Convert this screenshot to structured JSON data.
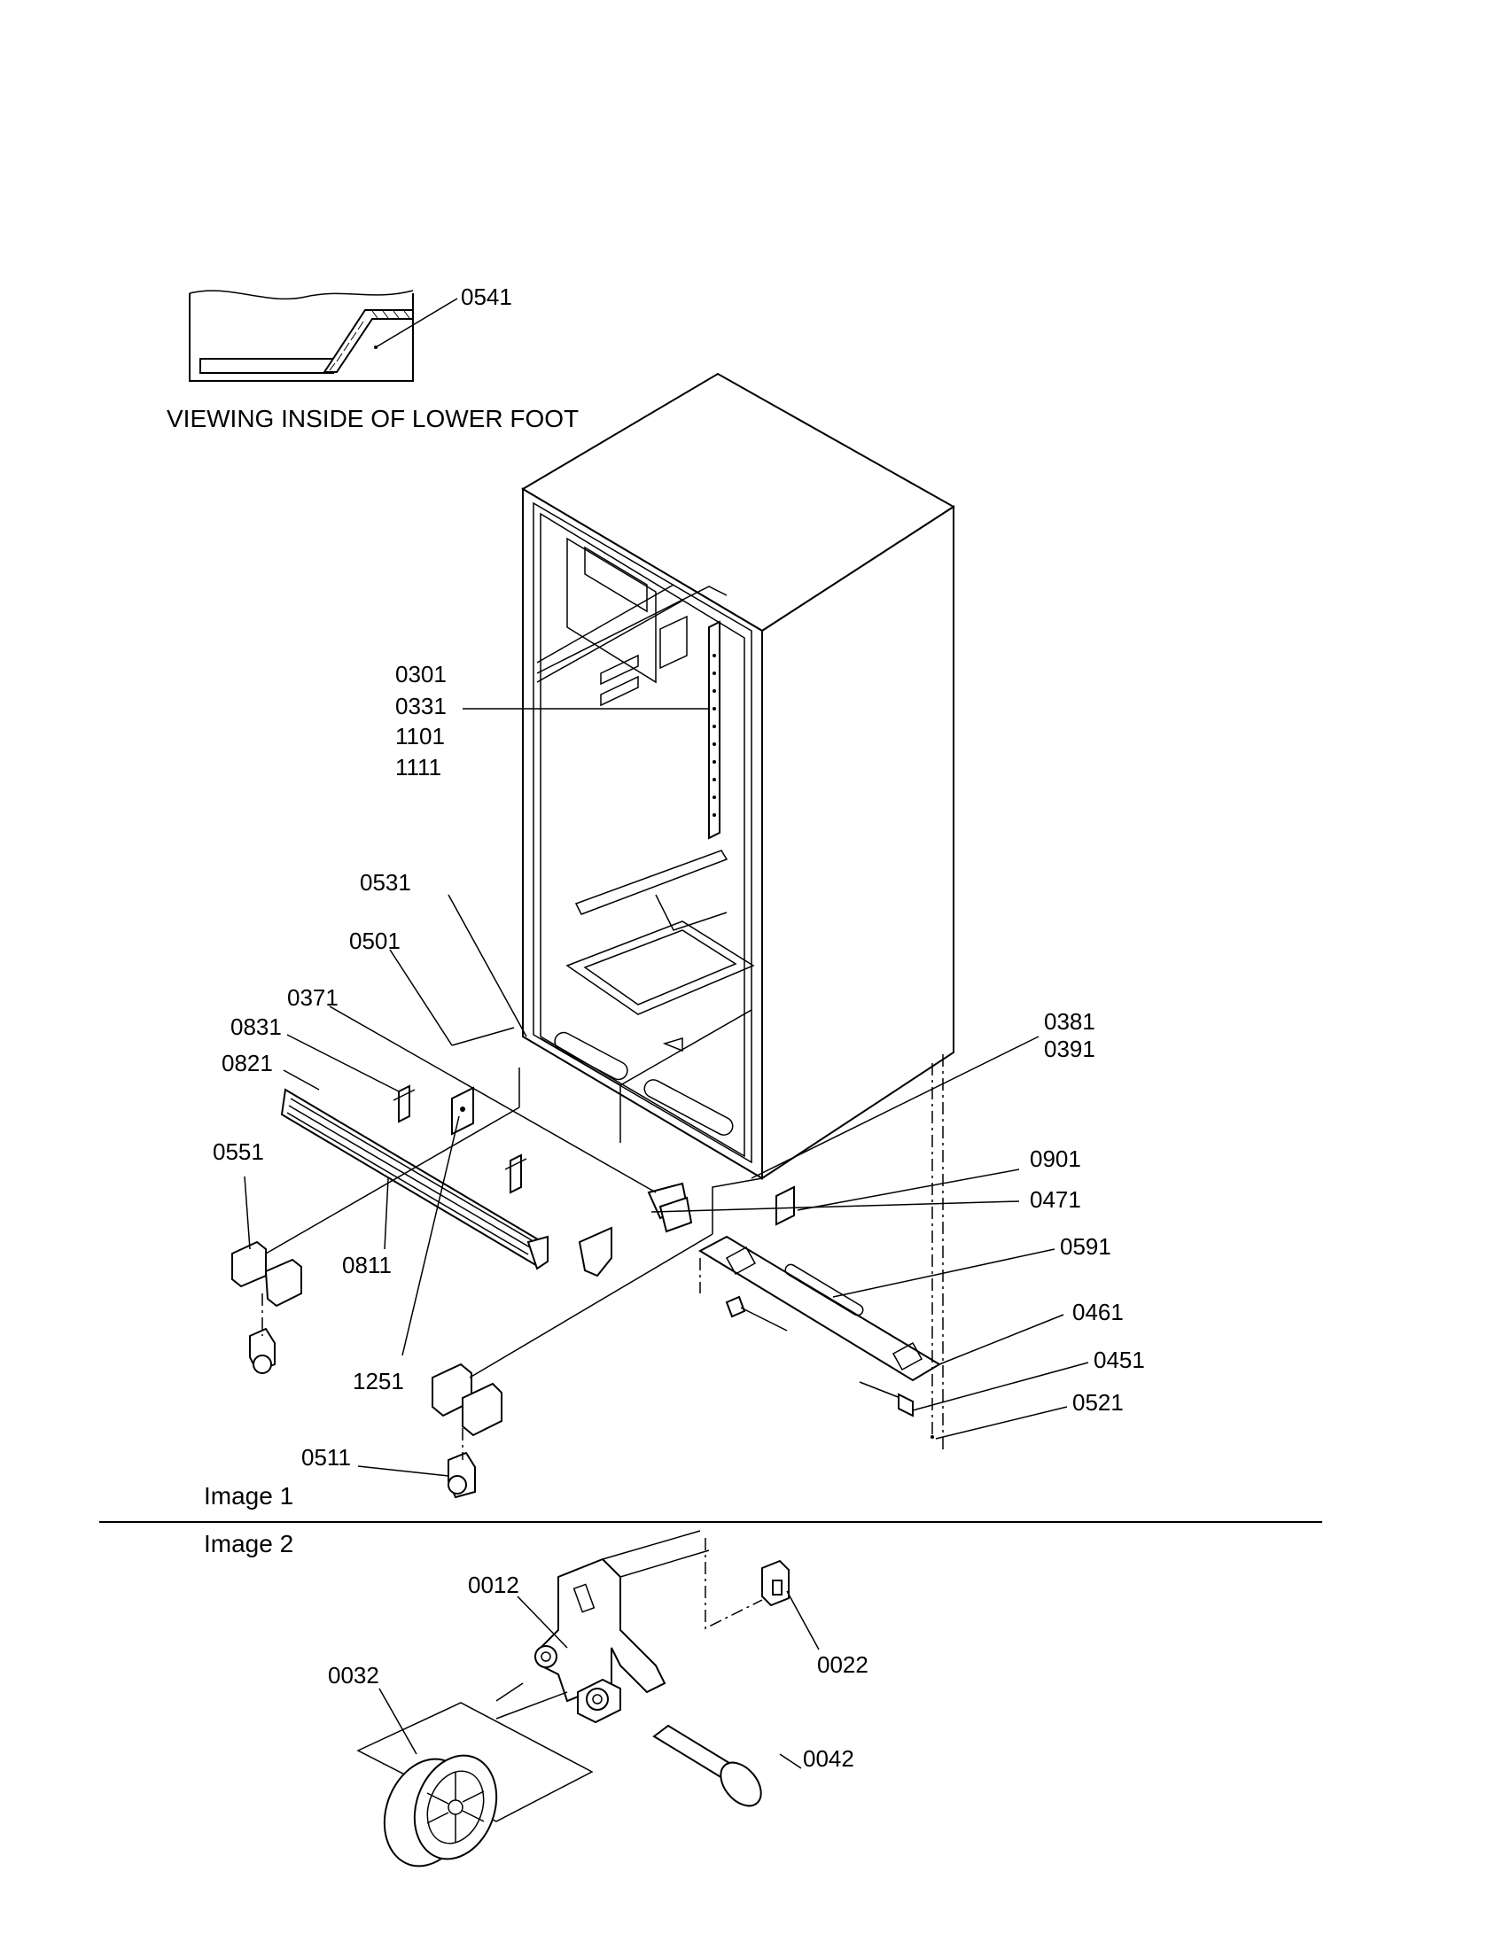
{
  "inset": {
    "caption": "VIEWING INSIDE OF LOWER FOOT",
    "label": "0541"
  },
  "labels": {
    "l0301": "0301",
    "l0331": "0331",
    "l1101": "1101",
    "l1111": "1111",
    "l0531": "0531",
    "l0501": "0501",
    "l0371": "0371",
    "l0831": "0831",
    "l0821": "0821",
    "l0551": "0551",
    "l0811": "0811",
    "l1251": "1251",
    "l0511": "0511",
    "l0381": "0381",
    "l0391": "0391",
    "l0901": "0901",
    "l0471": "0471",
    "l0591": "0591",
    "l0461": "0461",
    "l0451": "0451",
    "l0521": "0521",
    "l0012": "0012",
    "l0022": "0022",
    "l0032": "0032",
    "l0042": "0042"
  },
  "images": {
    "image1": "Image 1",
    "image2": "Image 2"
  }
}
